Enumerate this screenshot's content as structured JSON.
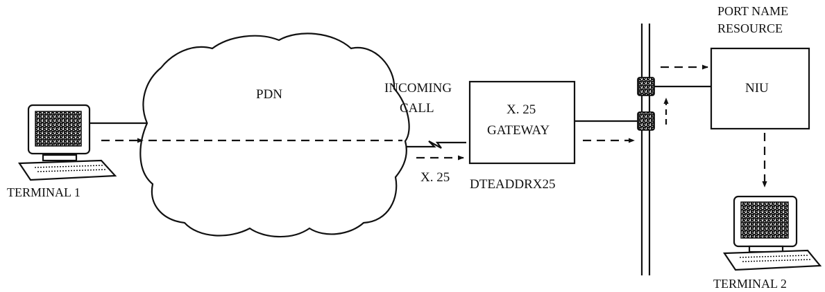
{
  "labels": {
    "pdn": "PDN",
    "incoming_call_line1": "INCOMING",
    "incoming_call_line2": "CALL",
    "x25_link": "X. 25",
    "gateway_line1": "X. 25",
    "gateway_line2": "GATEWAY",
    "gateway_address": "DTEADDRX25",
    "port_name_line1": "PORT NAME",
    "port_name_line2": "RESOURCE",
    "niu": "NIU",
    "terminal1": "TERMINAL 1",
    "terminal2": "TERMINAL 2"
  },
  "icons": {
    "terminal1": "computer-terminal-icon",
    "terminal2": "computer-terminal-icon"
  }
}
